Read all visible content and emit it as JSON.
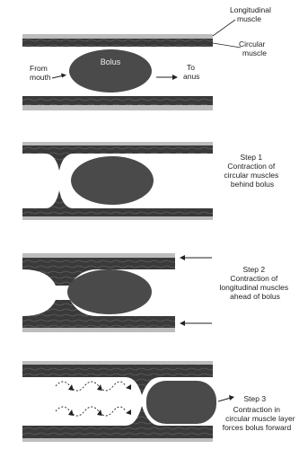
{
  "panel1": {
    "longitudinal_label": "Longitudinal muscle",
    "circular_label": "Circular muscle",
    "from_label": "From mouth",
    "bolus_label": "Bolus",
    "to_label": "To anus"
  },
  "steps": [
    {
      "number": "Step 1",
      "text": "Contraction of circular muscles behind bolus"
    },
    {
      "number": "Step 2",
      "text": "Contraction of longitudinal muscles ahead of bolus"
    },
    {
      "number": "Step 3",
      "text": "Contraction in circular muscle layer forces bolus forward"
    }
  ],
  "colors": {
    "muscle": "#3a3a3a",
    "muscle_light": "#bdbdbd",
    "bolus": "#4a4a4a",
    "ink": "#222222"
  }
}
